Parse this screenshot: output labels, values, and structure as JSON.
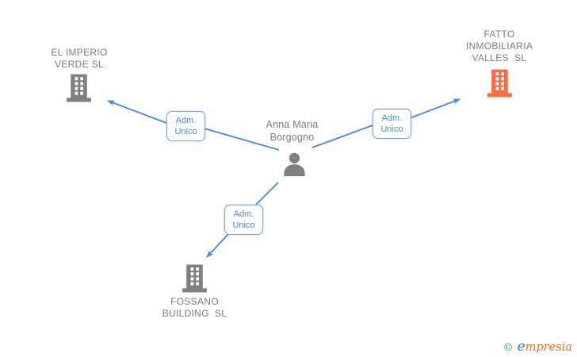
{
  "diagram": {
    "type": "corporate-relationship-graph",
    "background": "#ffffff"
  },
  "person": {
    "lines": [
      "Anna Maria",
      "Borgogno"
    ],
    "icon": "person-icon",
    "icon_color": "#808080"
  },
  "companies": [
    {
      "id": "el-imperio-verde",
      "lines": [
        "EL IMPERIO",
        "VERDE SL"
      ],
      "icon": "building-icon",
      "icon_color": "#808080"
    },
    {
      "id": "fatto-inmobiliaria-valles",
      "lines": [
        "FATTO",
        "INMOBILIARIA",
        "VALLES  SL"
      ],
      "icon": "building-icon",
      "icon_color": "#f96c45"
    },
    {
      "id": "fossano-building",
      "lines": [
        "FOSSANO",
        "BUILDING  SL"
      ],
      "icon": "building-icon",
      "icon_color": "#808080"
    }
  ],
  "edges": [
    {
      "from": "Anna Maria Borgogno",
      "to": "EL IMPERIO VERDE SL",
      "label_lines": [
        "Adm.",
        "Unico"
      ]
    },
    {
      "from": "Anna Maria Borgogno",
      "to": "FATTO INMOBILIARIA VALLES SL",
      "label_lines": [
        "Adm.",
        "Unico"
      ]
    },
    {
      "from": "Anna Maria Borgogno",
      "to": "FOSSANO BUILDING SL",
      "label_lines": [
        "Adm.",
        "Unico"
      ]
    }
  ],
  "colors": {
    "edge_blue": "#4a86e8",
    "badge_border": "#7aa7f0",
    "badge_text": "#4a86e8",
    "node_text_gray": "#7b7b7b",
    "icon_gray": "#808080",
    "icon_orange": "#f96c45",
    "brand_teal": "#1d9aa8",
    "brand_blue": "#3a6fd1",
    "brand_orange": "#ee6e1e"
  },
  "watermark": {
    "copyright": "©",
    "brand_first_letter": "e",
    "brand_rest": "mpresia"
  }
}
